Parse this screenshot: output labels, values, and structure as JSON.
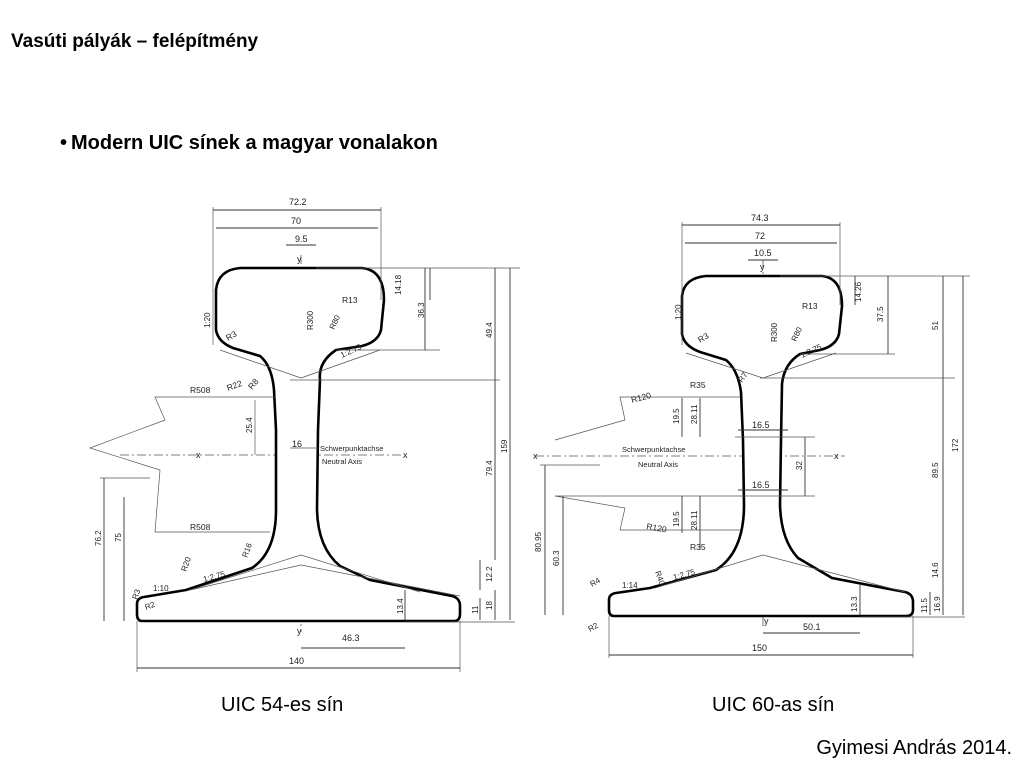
{
  "slide": {
    "title": "Vasúti pályák – felépítmény",
    "bullet": "Modern UIC sínek a magyar vonalakon",
    "author": "Gyimesi András 2014."
  },
  "rail_uic54": {
    "caption": "UIC 54-es sín",
    "dims": {
      "head_total": "72.2",
      "head_width": "70",
      "web_top": "9.5",
      "head_h1": "14.18",
      "head_h2": "36.3",
      "h_upper": "49.4",
      "total_h": "159",
      "h_lower": "79.4",
      "h_base": "76.2",
      "h_75": "75",
      "foot_w": "140",
      "foot_half": "46.3",
      "foot_t1": "13.4",
      "foot_t2": "11",
      "foot_t3": "18",
      "web_tw": "16",
      "web_h": "25.4",
      "h_12": "12.2"
    },
    "radii": {
      "r13": "R13",
      "r300": "R300",
      "r80": "R80",
      "r3": "R3",
      "r508a": "R508",
      "r22": "R22",
      "r8": "R8",
      "r508b": "R508",
      "r16": "R16",
      "r20": "R20",
      "r3b": "R3",
      "r2": "R2"
    },
    "slopes": {
      "s1": "1:20",
      "s2": "1:2.75",
      "s3": "1:10",
      "s4": "1:2.75"
    },
    "axis": {
      "y_top": "y",
      "y_bottom": "y",
      "x_left": "x",
      "x_right": "x",
      "neutral_de": "Schwerpunktachse",
      "neutral_en": "Neutral Axis"
    }
  },
  "rail_uic60": {
    "caption": "UIC 60-as sín",
    "dims": {
      "head_total": "74.3",
      "head_width": "72",
      "web_top": "10.5",
      "head_h1": "14.26",
      "head_h2": "37.5",
      "h_upper": "51",
      "total_h": "172",
      "h_lower": "89.5",
      "h_base": "80.95",
      "h_603": "60.3",
      "foot_w": "150",
      "foot_half": "50.1",
      "foot_t1": "13.3",
      "foot_t2": "11.5",
      "foot_t3": "16.9",
      "web_w1": "16.5",
      "web_w2": "16.5",
      "web_h32": "32",
      "h_195a": "19.5",
      "h_2811a": "28.11",
      "h_195b": "19.5",
      "h_2811b": "28.11",
      "h_146": "14.6"
    },
    "radii": {
      "r13": "R13",
      "r300": "R300",
      "r80": "R80",
      "r3": "R3",
      "r7": "R7",
      "r35a": "R35",
      "r120a": "R120",
      "r120b": "R120",
      "r35b": "R35",
      "r40": "R40",
      "r4": "R4",
      "r2": "R2"
    },
    "slopes": {
      "s1": "1:20",
      "s2": "1:2.75",
      "s3": "1:14",
      "s4": "1:2.75"
    },
    "axis": {
      "y_top": "y",
      "y_bottom": "y",
      "x_left": "x",
      "x_right": "x",
      "neutral_de": "Schwerpunktachse",
      "neutral_en": "Neutral Axis"
    }
  }
}
